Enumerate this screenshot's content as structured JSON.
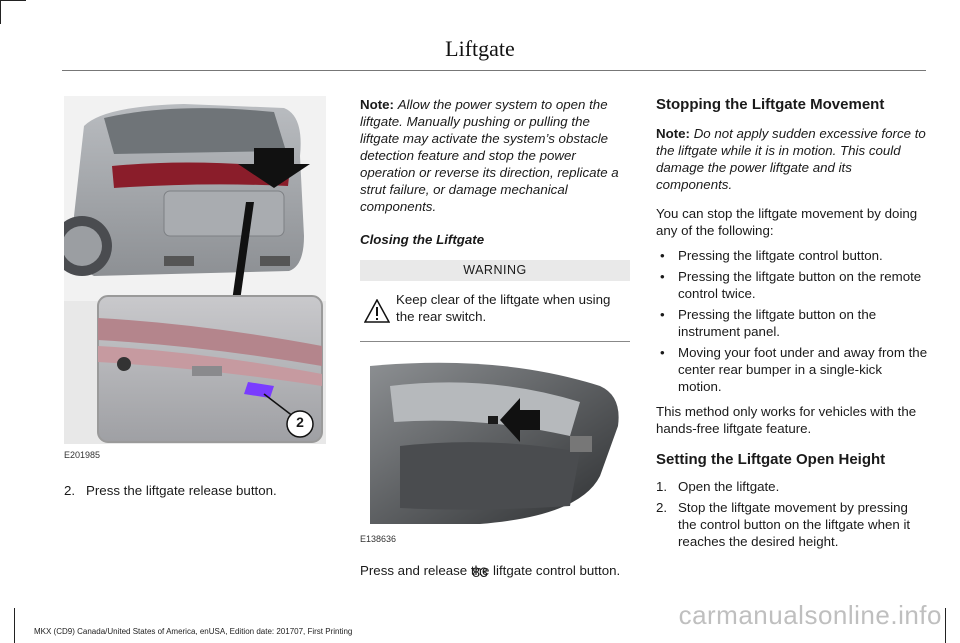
{
  "header": {
    "title": "Liftgate"
  },
  "left_column": {
    "figure_code": "E201985",
    "callout": "2",
    "step": {
      "num": "2.",
      "text": "Press the liftgate release button."
    }
  },
  "middle_column": {
    "note_label": "Note:",
    "note_text": "Allow the power system to open the liftgate. Manually pushing or pulling the liftgate may activate the system’s obstacle detection feature and stop the power operation or reverse its direction, replicate a strut failure, or damage mechanical components.",
    "closing_heading": "Closing the Liftgate",
    "warning_header": "WARNING",
    "warning_text": "Keep clear of the liftgate when using the rear switch.",
    "figure_code": "E138636",
    "press_text": "Press and release the liftgate control button."
  },
  "right_column": {
    "stopping_heading": "Stopping the Liftgate Movement",
    "note_label": "Note:",
    "note_text": "Do not apply sudden excessive force to the liftgate while it is in motion.  This could damage the power liftgate and its components.",
    "intro": "You can stop the liftgate movement by doing any of the following:",
    "bullets": [
      "Pressing the liftgate control button.",
      "Pressing the liftgate button on the remote control twice.",
      "Pressing the liftgate button on the instrument panel.",
      "Moving your foot under and away from the center rear bumper in a single-kick motion."
    ],
    "bullet_mark": "•",
    "method_note": "This method only works for vehicles with the hands-free liftgate feature.",
    "setting_heading": "Setting the Liftgate Open Height",
    "steps": [
      {
        "num": "1.",
        "text": "Open the liftgate."
      },
      {
        "num": "2.",
        "text": "Stop the liftgate movement by pressing the control button on the liftgate when it reaches the desired height."
      }
    ]
  },
  "footer": {
    "page_number": "83",
    "edition": "MKX (CD9) Canada/United States of America, enUSA, Edition date: 201707, First Printing",
    "watermark": "carmanualsonline.info"
  },
  "colors": {
    "release_button": "#7a3cff",
    "arrow": "#111111"
  }
}
